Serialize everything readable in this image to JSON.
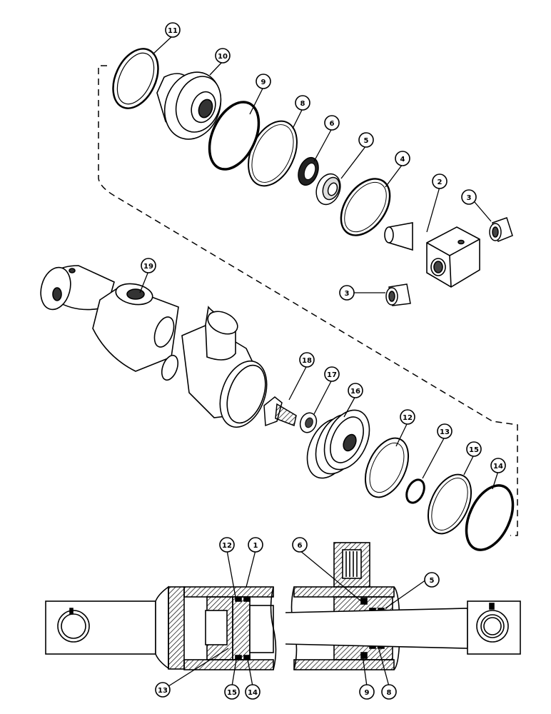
{
  "callouts": {
    "c1": "1",
    "c2": "2",
    "c3a": "3",
    "c3b": "3",
    "c4": "4",
    "c5": "5",
    "c5s": "5",
    "c6": "6",
    "c6s": "6",
    "c8": "8",
    "c8s": "8",
    "c9": "9",
    "c9s": "9",
    "c10": "10",
    "c11": "11",
    "c12": "12",
    "c12s": "12",
    "c13": "13",
    "c13s": "13",
    "c14": "14",
    "c14s": "14",
    "c15": "15",
    "c15s": "15",
    "c16": "16",
    "c17": "17",
    "c18": "18",
    "c19": "19"
  },
  "colors": {
    "line": "#000000",
    "paper": "#ffffff",
    "shade": "#555555"
  }
}
